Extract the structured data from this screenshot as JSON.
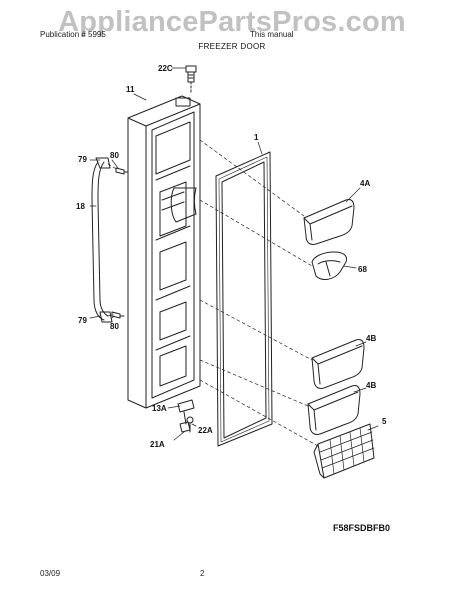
{
  "watermark": "AppliancePartsPros.com",
  "header": {
    "left_text": "Publication # 5995",
    "right_text": "This manual",
    "section_title": "FREEZER DOOR"
  },
  "callouts": {
    "c22C": "22C",
    "c11": "11",
    "c1": "1",
    "c79_top": "79",
    "c80_top": "80",
    "c18": "18",
    "c79_bottom": "79",
    "c80_bottom": "80",
    "c4A": "4A",
    "c68": "68",
    "c4B_upper": "4B",
    "c4B_lower": "4B",
    "c5": "5",
    "c13A": "13A",
    "c21A": "21A",
    "c22A": "22A"
  },
  "diagram_code": "F58FSDBFB0",
  "footer": {
    "date": "03/09",
    "page": "2"
  },
  "colors": {
    "line": "#222222",
    "watermark": "#b7b7b7"
  }
}
